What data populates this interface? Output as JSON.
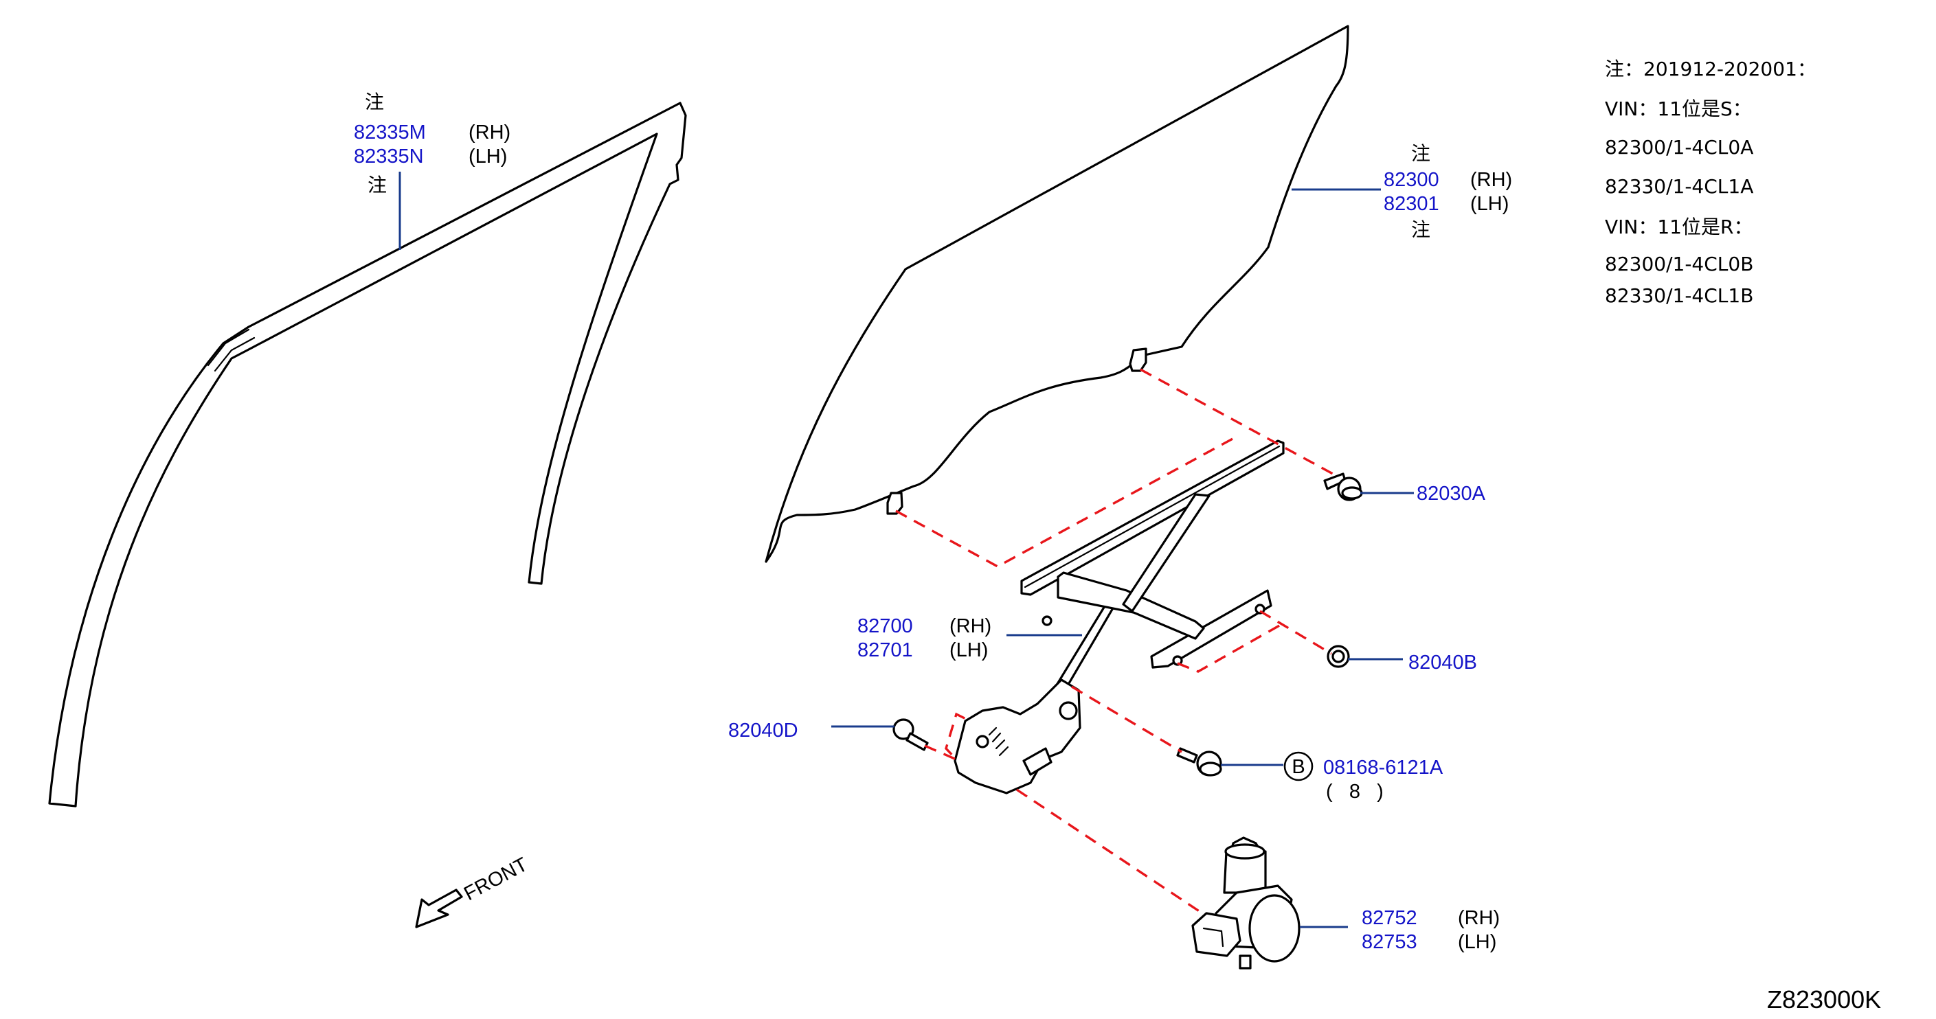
{
  "colors": {
    "part_number": "#1414c8",
    "leader": "#1a3c8c",
    "dash": "#e8161b",
    "outline": "#000000"
  },
  "note_mark": "注",
  "labels": {
    "sash": {
      "rh_pn": "82335M",
      "rh_side": "(RH)",
      "lh_pn": "82335N",
      "lh_side": "(LH)"
    },
    "glass": {
      "rh_pn": "82300",
      "rh_side": "(RH)",
      "lh_pn": "82301",
      "lh_side": "(LH)"
    },
    "regulator": {
      "rh_pn": "82700",
      "rh_side": "(RH)",
      "lh_pn": "82701",
      "lh_side": "(LH)"
    },
    "motor": {
      "rh_pn": "82752",
      "rh_side": "(RH)",
      "lh_pn": "82753",
      "lh_side": "(LH)"
    },
    "bolt_glass": "82030A",
    "bolt_rail": "82040B",
    "bolt_base": "82040D",
    "bolt_motor": {
      "ref_mark": "B",
      "pn": "08168-6121A",
      "qty": "(   8   )"
    }
  },
  "note_lines": [
    "注：201912-202001：",
    "VIN：11位是S：",
    "82300/1-4CL0A",
    "82330/1-4CL1A",
    "VIN：11位是R：",
    "82300/1-4CL0B",
    "82330/1-4CL1B"
  ],
  "front_label": "FRONT",
  "diagram_code": "Z823000K"
}
